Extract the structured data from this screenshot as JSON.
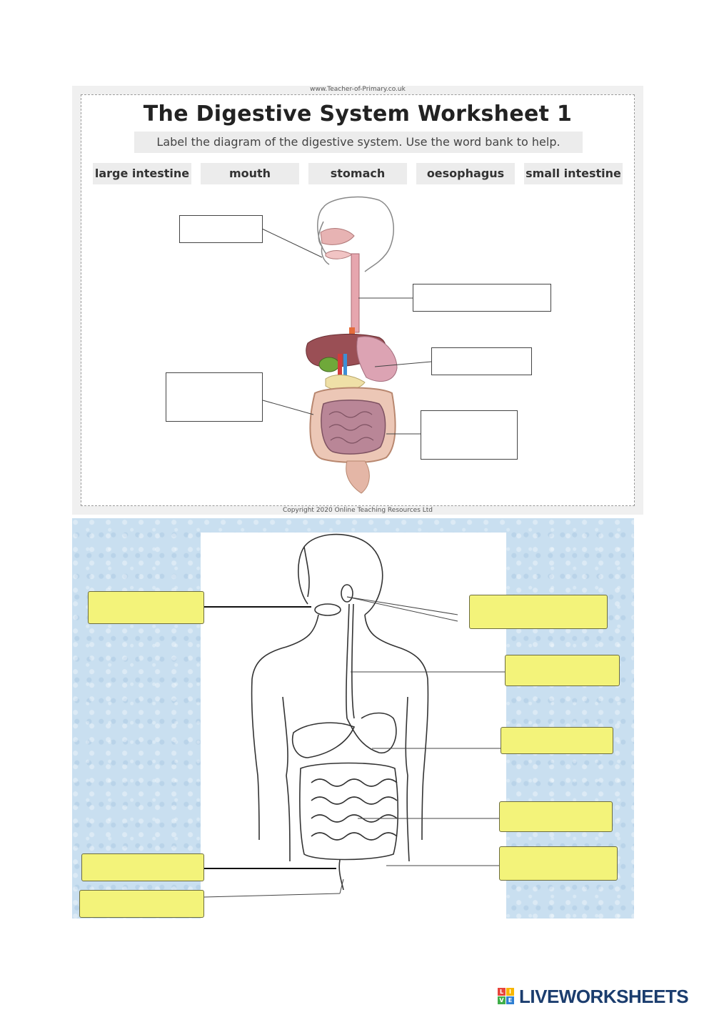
{
  "worksheet1": {
    "source_url": "www.Teacher-of-Primary.co.uk",
    "title": "The Digestive System Worksheet 1",
    "instruction": "Label the diagram of the digestive system. Use the word bank to help.",
    "word_bank": [
      "large intestine",
      "mouth",
      "stomach",
      "oesophagus",
      "small intestine"
    ],
    "copyright": "Copyright 2020 Online Teaching Resources Ltd",
    "answer_boxes": [
      "",
      "",
      "",
      "",
      ""
    ]
  },
  "worksheet2": {
    "answer_boxes": [
      "",
      "",
      "",
      "",
      "",
      "",
      "",
      ""
    ],
    "box_color": "#f3f37a",
    "background_color": "#c9dff0"
  },
  "brand": {
    "logo_text": "LIVEWORKSHEETS",
    "logo_letters": [
      "L",
      "I",
      "V",
      "E"
    ],
    "logo_colors": [
      "#e8453c",
      "#f7b500",
      "#3fae49",
      "#2f7fd2"
    ]
  }
}
